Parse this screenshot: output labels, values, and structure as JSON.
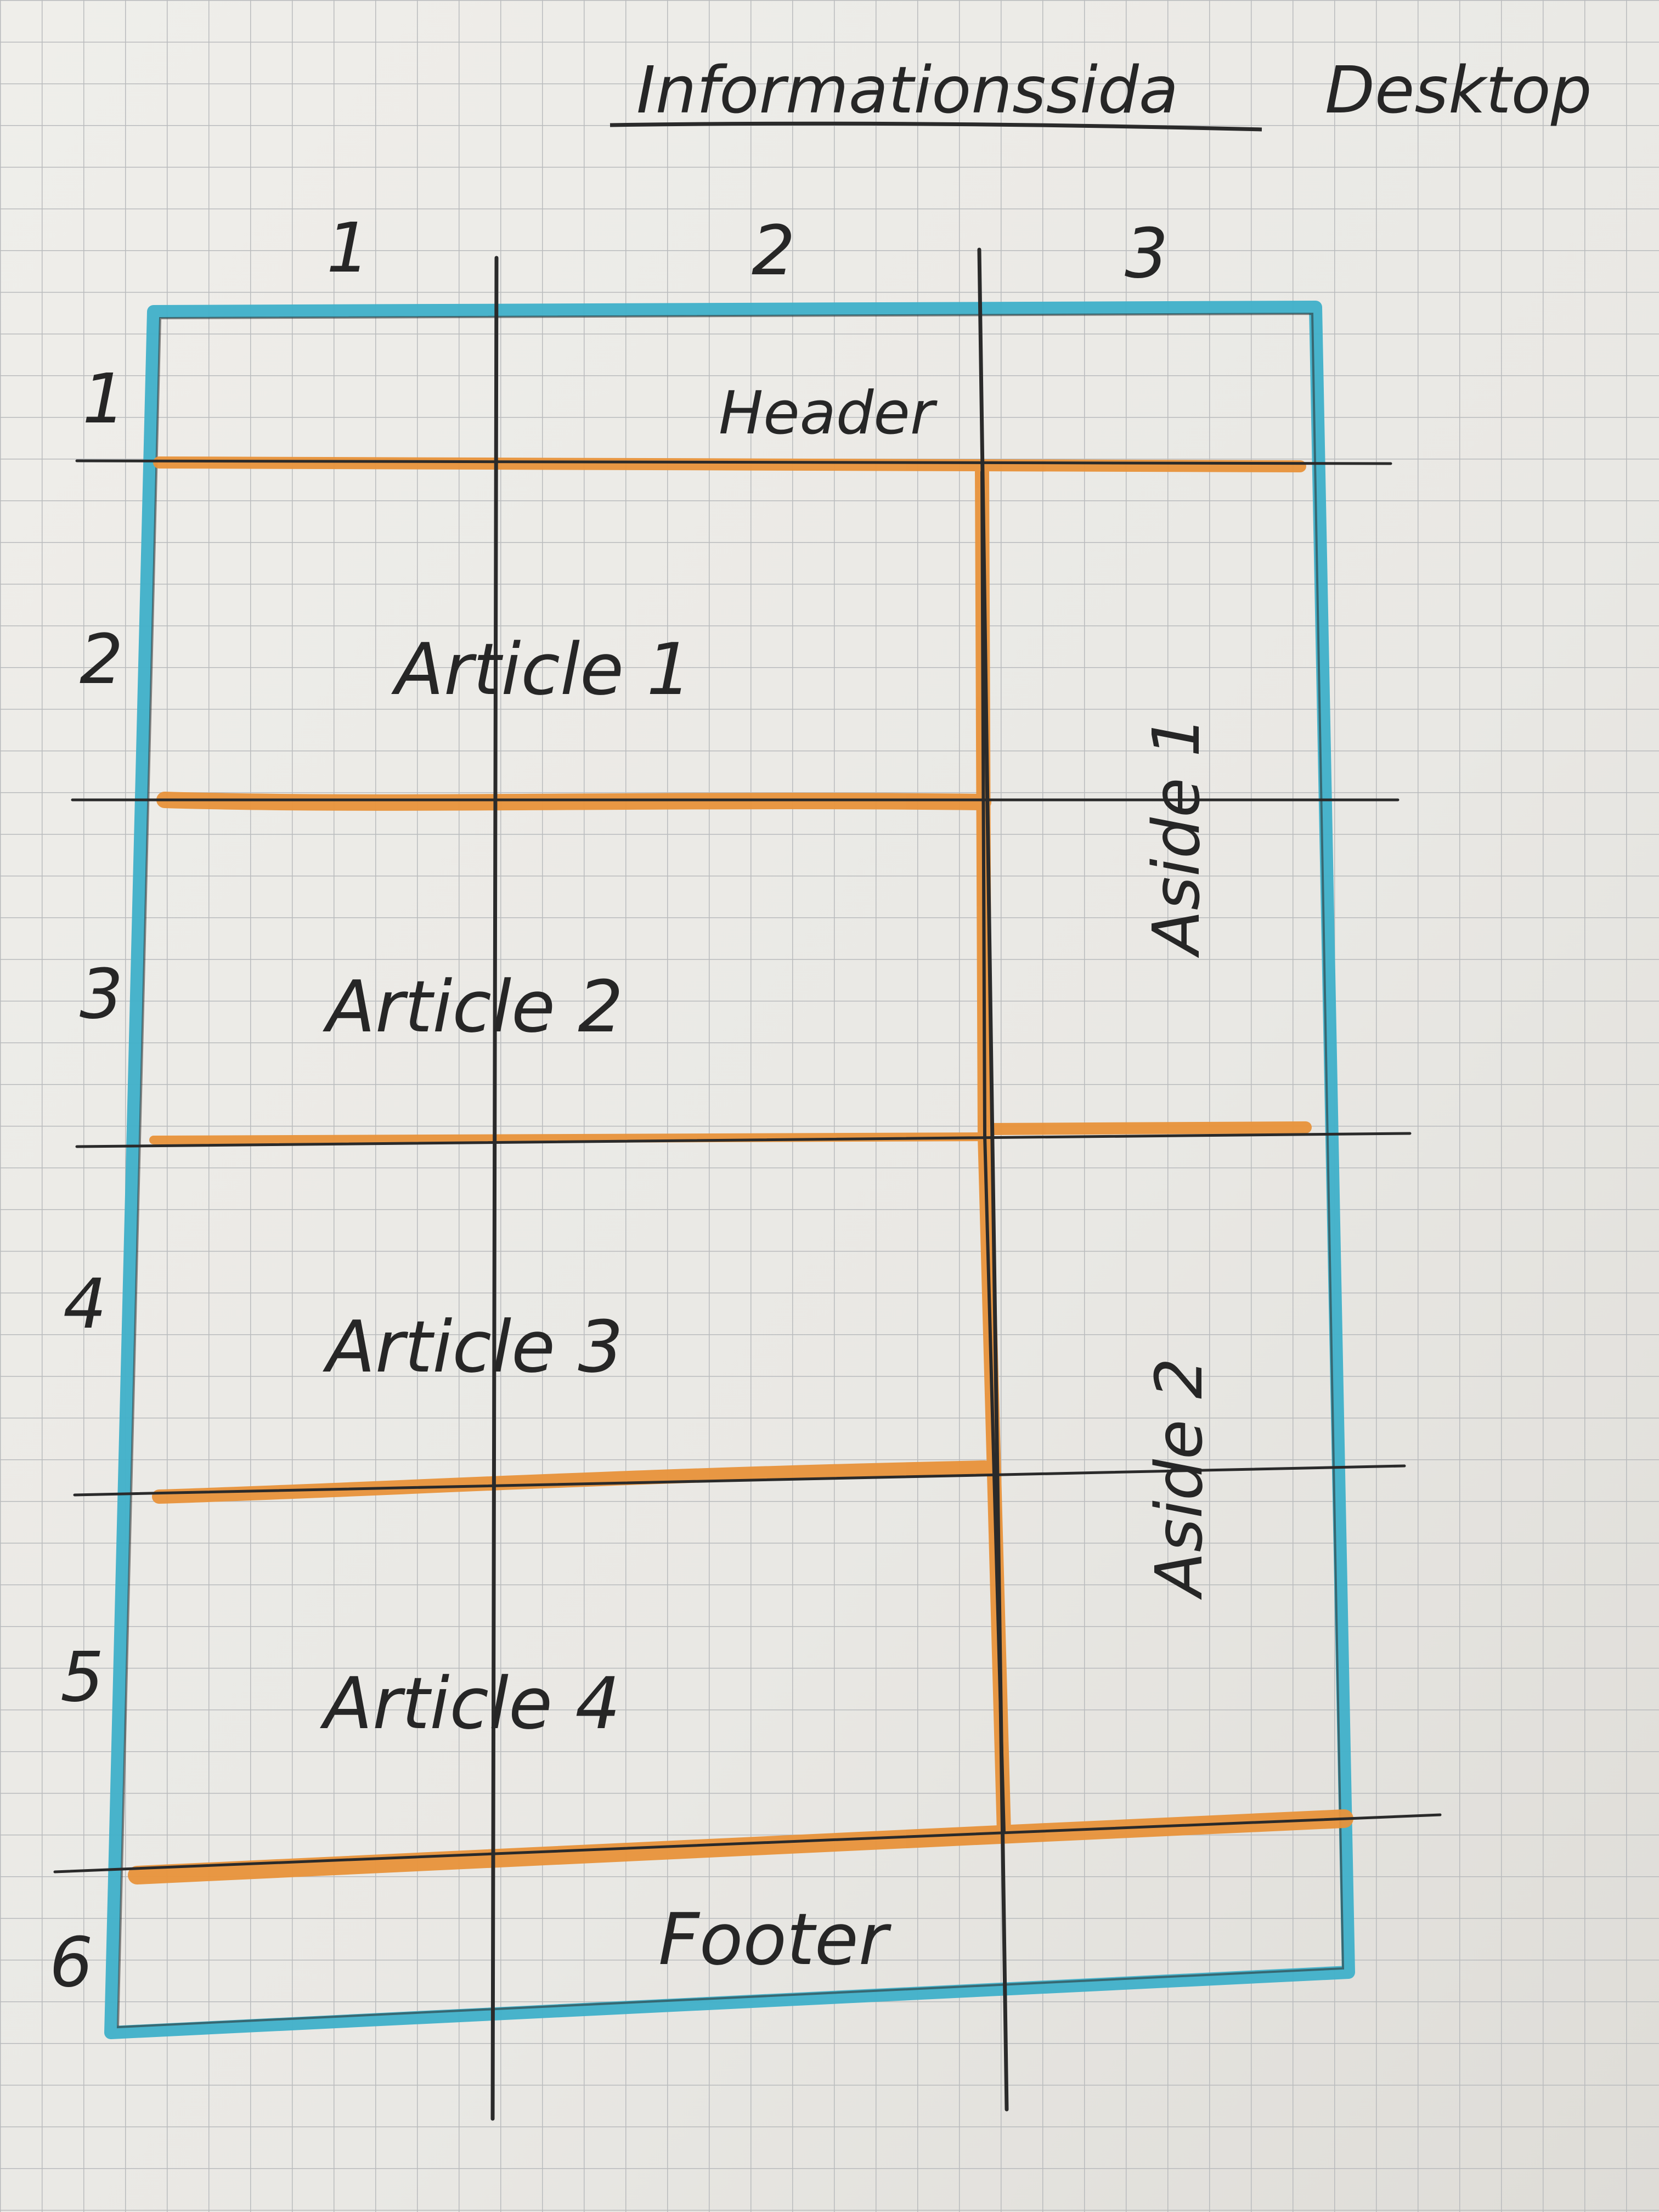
{
  "title": "Informationssida",
  "subtitle": "Desktop",
  "column_numbers": [
    "1",
    "2",
    "3"
  ],
  "row_numbers": [
    "1",
    "2",
    "3",
    "4",
    "5",
    "6"
  ],
  "areas": {
    "header": "Header",
    "article_1": "Article 1",
    "article_2": "Article 2",
    "article_3": "Article 3",
    "article_4": "Article 4",
    "aside_1": "Aside 1",
    "aside_2": "Aside 2",
    "footer": "Footer"
  },
  "colors": {
    "paper": "#ebe9e5",
    "grid_line": "#b9bbbd",
    "pencil": "#2a2a2a",
    "frame_blue": "#3fb0c9",
    "area_orange": "#e8923a"
  }
}
